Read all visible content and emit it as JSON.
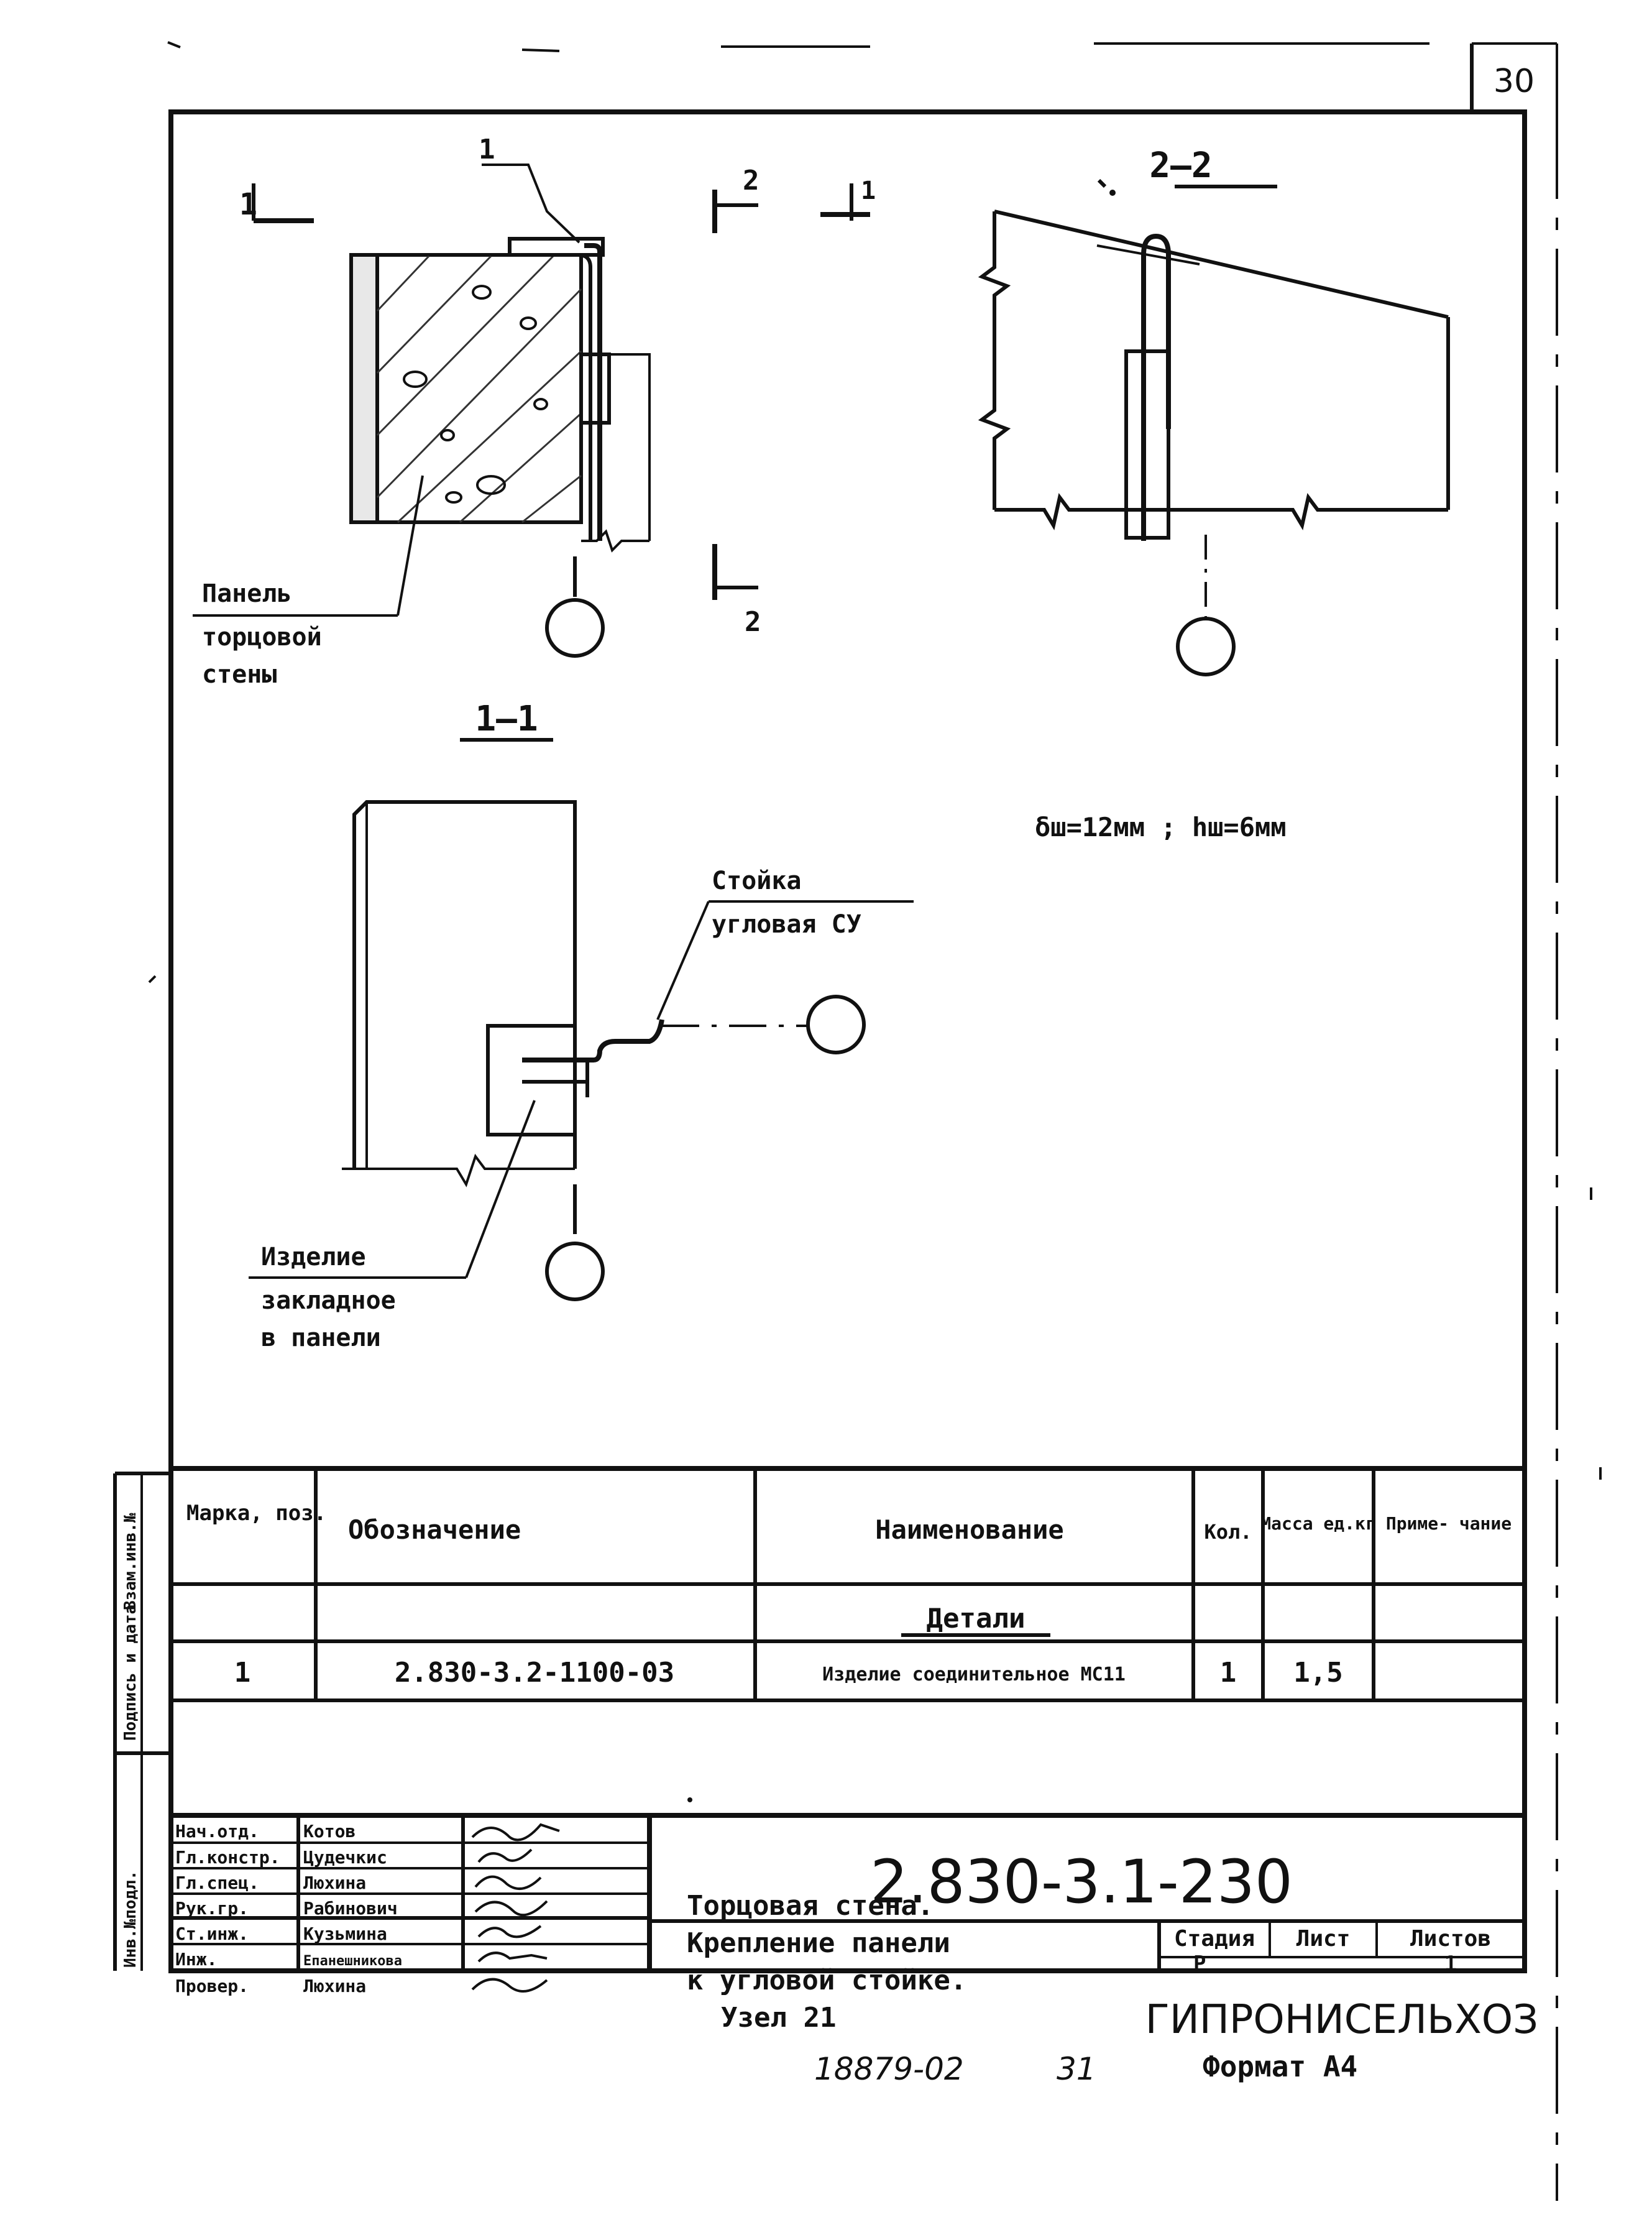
{
  "sheet_number": "30",
  "drawing": {
    "section_mark_1_top": "1",
    "section_mark_2_top": "2",
    "section_mark_1_right": "1",
    "section_mark_2_bottom": "2",
    "leader_pos_1": "1",
    "section_2_2_title": "2—2",
    "section_1_1_title": "1—1",
    "panel_label": [
      "Панель",
      "торцовой",
      "стены"
    ],
    "stand_label": [
      "Стойка",
      "угловая СУ"
    ],
    "embedded_label": [
      "Изделие",
      "закладное",
      "в панели"
    ],
    "weld_note": "δш=12мм ; hш=6мм"
  },
  "spec_table": {
    "headers": [
      "Марка, поз.",
      "Обозначение",
      "Наименование",
      "Кол.",
      "Масса ед.кг",
      "Приме- чание"
    ],
    "section_title": "Детали",
    "rows": [
      {
        "pos": "1",
        "designation": "2.830-3.2-1100-03",
        "name": "Изделие соединительное МС11",
        "qty": "1",
        "mass": "1,5",
        "note": ""
      }
    ]
  },
  "title_block": {
    "code": "2.830-3.1-230",
    "roles": [
      "Нач.отд.",
      "Гл.констр.",
      "Гл.спец.",
      "Рук.гр.",
      "Ст.инж.",
      "Инж.",
      "Провер."
    ],
    "names": [
      "Котов",
      "Цудечкис",
      "Люхина",
      "Рабинович",
      "Кузьмина",
      "Епанешникова",
      "Люхина"
    ],
    "title_lines": [
      "Торцовая стена.",
      "Крепление панели",
      "к угловой стойке.",
      "Узел 21"
    ],
    "stage_header": "Стадия",
    "sheet_header": "Лист",
    "sheets_header": "Листов",
    "stage_value": "Р",
    "sheets_value": "1",
    "organization": "ГИПРОНИСЕЛЬХОЗ"
  },
  "side_stamp": [
    "Инв.№подл.",
    "Подпись и дата",
    "Взам.инв.№"
  ],
  "footer": {
    "archive_number": "18879-02",
    "page_number": "31",
    "format": "Формат А4"
  }
}
